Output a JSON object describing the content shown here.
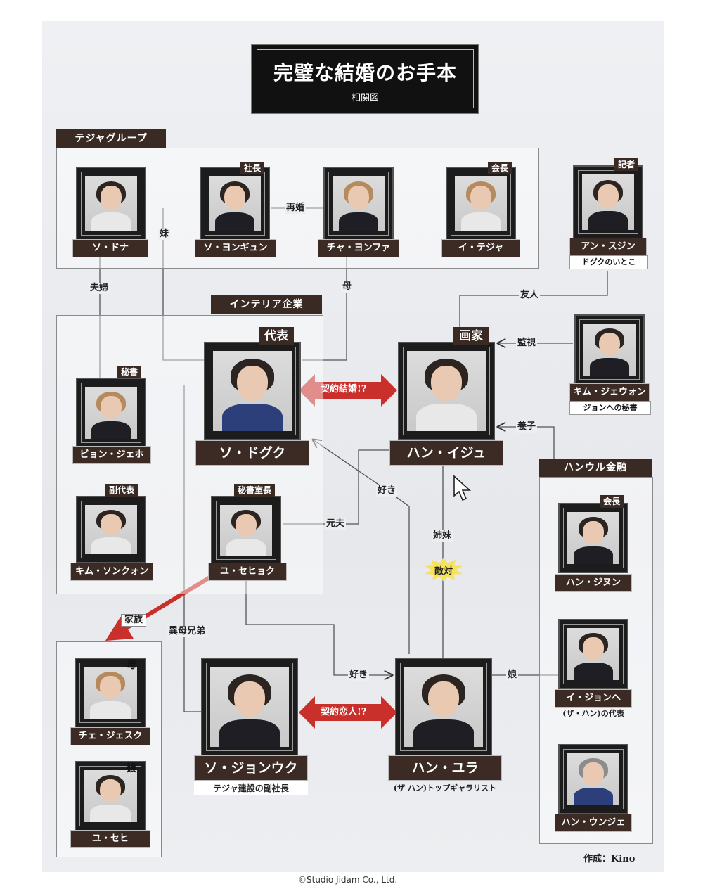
{
  "title": {
    "main": "完璧な結婚のお手本",
    "sub": "相関図"
  },
  "groups": {
    "teja": "テジャグループ",
    "interior": "インテリア企業",
    "hanul": "ハンウル金融"
  },
  "people": {
    "so_dona": {
      "name": "ソ・ドナ"
    },
    "so_yongyun": {
      "name": "ソ・ヨンギュン",
      "role": "社長"
    },
    "cha_yonfa": {
      "name": "チャ・ヨンファ"
    },
    "i_teja": {
      "name": "イ・テジャ",
      "role": "会長"
    },
    "an_sujin": {
      "name": "アン・スジン",
      "role": "記者",
      "note": "ドグクのいとこ"
    },
    "so_doguk": {
      "name": "ソ・ドグク",
      "role": "代表"
    },
    "han_iju": {
      "name": "ハン・イジュ",
      "role": "画家"
    },
    "kim_jewon": {
      "name": "キム・ジェウォン",
      "note": "ジョンへの秘書"
    },
    "byon_jeho": {
      "name": "ビョン・ジェホ",
      "role": "秘書"
    },
    "kim_sonkwon": {
      "name": "キム・ソンクォン",
      "role": "副代表"
    },
    "yu_sehyok": {
      "name": "ユ・セヒョク",
      "role": "秘書室長"
    },
    "han_jinun": {
      "name": "ハン・ジヌン",
      "role": "会長"
    },
    "che_jesuku": {
      "name": "チェ・ジェスク",
      "role": "母"
    },
    "yu_sehi": {
      "name": "ユ・セヒ",
      "role": "娘"
    },
    "so_jonuku": {
      "name": "ソ・ジョンウク",
      "note": "テジャ建設の副社長"
    },
    "han_yura": {
      "name": "ハン・ユラ",
      "note": "(ザ ハン)トップギャラリスト"
    },
    "i_jonhe": {
      "name": "イ・ジョンヘ",
      "note": "(ザ・ハン)の代表"
    },
    "han_unje": {
      "name": "ハン・ウンジェ"
    }
  },
  "relations": {
    "remarried": "再婚",
    "sister": "妹",
    "couple": "夫婦",
    "mother": "母",
    "friend": "友人",
    "watch": "監視",
    "adopted": "養子",
    "contract_marriage": "契約結婚!?",
    "likes1": "好き",
    "likes2": "好き",
    "ex_husband": "元夫",
    "sisters": "姉妹",
    "rivals": "敵対",
    "family": "家族",
    "half_brothers": "異母兄弟",
    "contract_lovers": "契約恋人!?",
    "daughter": "娘"
  },
  "credit": "作成：Kino",
  "copyright": "©Studio Jidam Co., Ltd.",
  "colors": {
    "plate": "#3b2b24",
    "arrow_red": "#c9302c",
    "star": "#f7e35a"
  }
}
